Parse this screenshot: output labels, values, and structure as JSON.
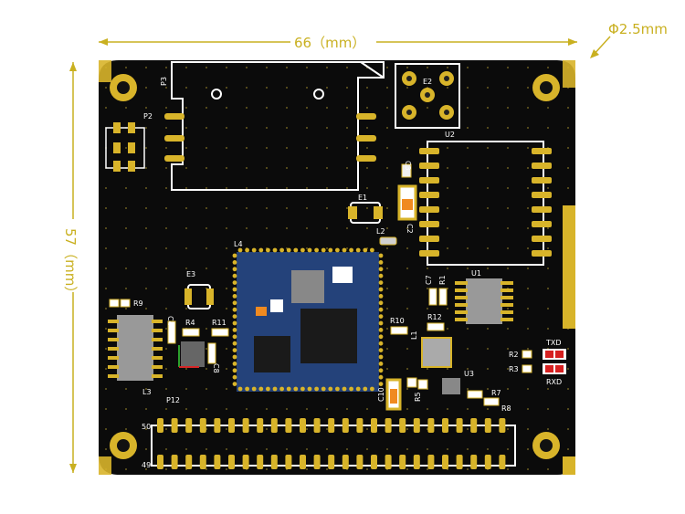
{
  "dimensions": {
    "width_label": "66（mm）",
    "height_label": "57（mm）",
    "hole_label": "Φ2.5mm"
  },
  "components": {
    "p3": "P3",
    "p2": "P2",
    "e2": "E2",
    "u2": "U2",
    "c3": "C3",
    "c2": "C2",
    "e1": "E1",
    "l2": "L2",
    "l4": "L4",
    "e3": "E3",
    "u1": "U1",
    "c7": "C7",
    "r1": "R1",
    "r9": "R9",
    "c4": "C4",
    "r4": "R4",
    "r11": "R11",
    "r10": "R10",
    "r12": "R12",
    "l1": "L1",
    "c8": "C8",
    "r2": "R2",
    "r3": "R3",
    "txd": "TXD",
    "rxd": "RXD",
    "l3": "L3",
    "p12": "P12",
    "c10": "C10",
    "u3": "U3",
    "r5": "R5",
    "r7": "R7",
    "r8": "R8",
    "hdr_top": "50",
    "hdr_bot": "49"
  },
  "colors": {
    "board": "#0b0b0b",
    "copper": "#d8b42a",
    "silk": "#ffffff",
    "module": "#24427a",
    "dimension": "#c9b020"
  }
}
